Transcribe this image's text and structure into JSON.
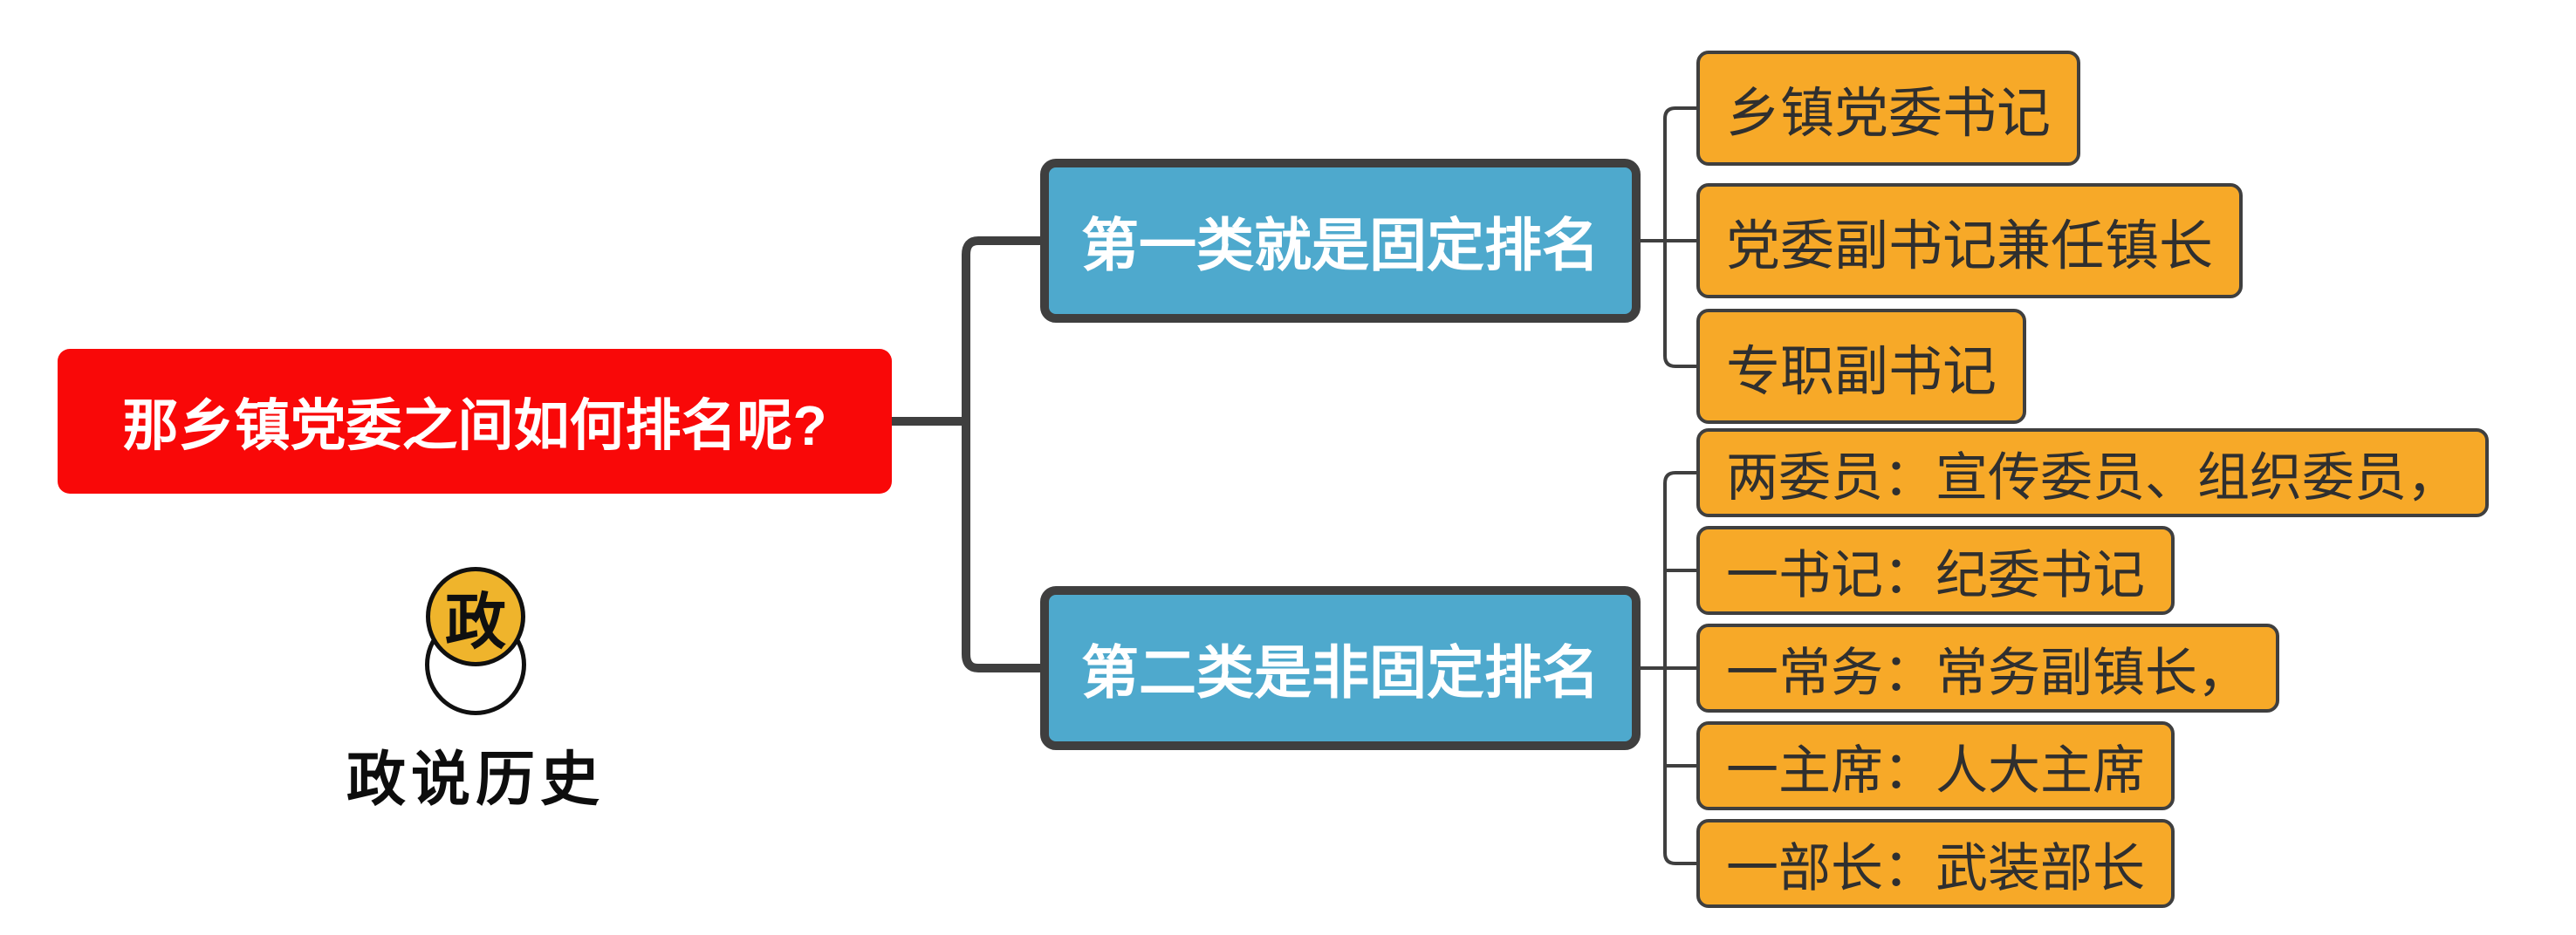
{
  "root": {
    "label": "那乡镇党委之间如何排名呢?"
  },
  "branches": [
    {
      "label": "第一类就是固定排名",
      "children": [
        "乡镇党委书记",
        "党委副书记兼任镇长",
        "专职副书记"
      ]
    },
    {
      "label": "第二类是非固定排名",
      "children": [
        "两委员：宣传委员、组织委员，",
        "一书记：纪委书记",
        "一常务：常务副镇长，",
        "一主席：人大主席",
        "一部长：武装部长"
      ]
    }
  ],
  "logo": {
    "badge_char": "政",
    "caption": "政说历史"
  },
  "colors": {
    "red": "#F90808",
    "blue": "#4EA9CD",
    "orange": "#F7A928",
    "border-dark": "#3F3F3F",
    "logo-yellow": "#EFB42C",
    "text-dark": "#2F2F2F"
  }
}
